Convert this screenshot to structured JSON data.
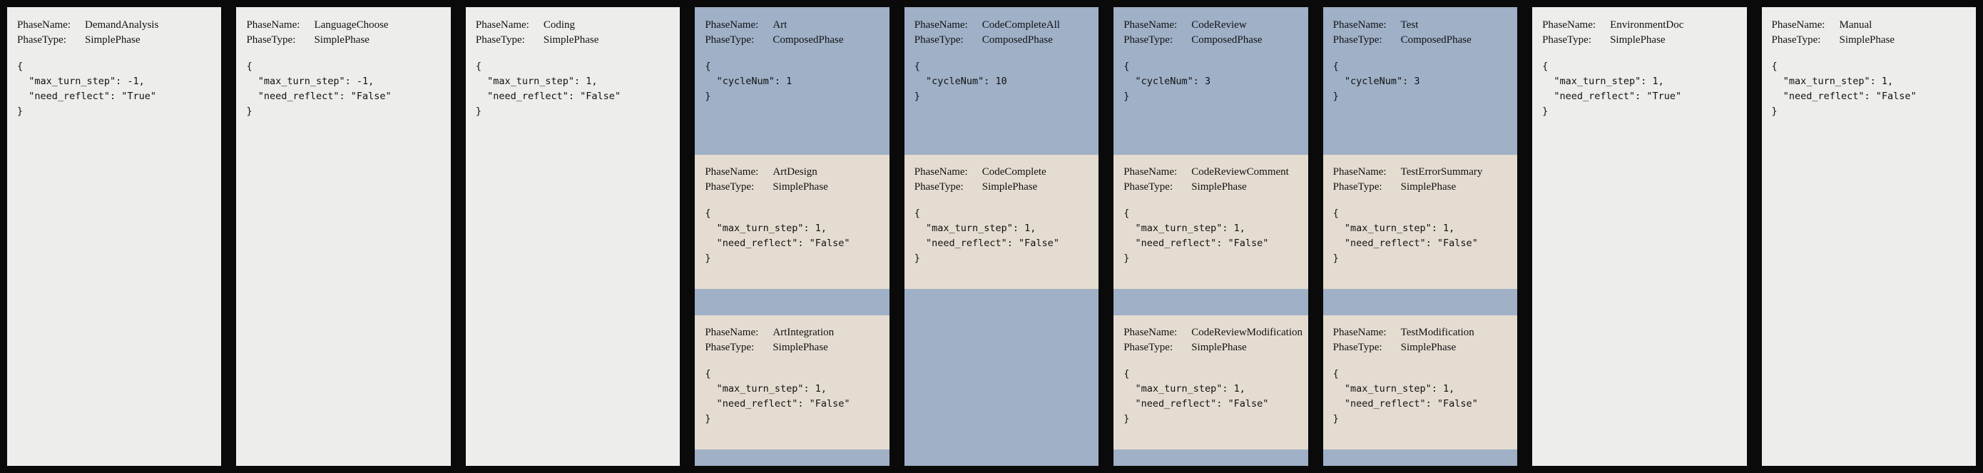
{
  "labels": {
    "phase_name": "PhaseName:",
    "phase_type": "PhaseType:"
  },
  "colors": {
    "page_background": "#0a0a0a",
    "simple_phase_bg": "#edeeec",
    "composed_phase_bg": "#9fb0c7",
    "subphase_bg": "#e4dcd0",
    "text": "#111111"
  },
  "columns": [
    {
      "type": "simple",
      "name": "DemandAnalysis",
      "phase_type": "SimplePhase",
      "json_lines": [
        "{",
        "  \"max_turn_step\": -1,",
        "  \"need_reflect\": \"True\"",
        "}"
      ]
    },
    {
      "type": "simple",
      "name": "LanguageChoose",
      "phase_type": "SimplePhase",
      "json_lines": [
        "{",
        "  \"max_turn_step\": -1,",
        "  \"need_reflect\": \"False\"",
        "}"
      ]
    },
    {
      "type": "simple",
      "name": "Coding",
      "phase_type": "SimplePhase",
      "json_lines": [
        "{",
        "  \"max_turn_step\": 1,",
        "  \"need_reflect\": \"False\"",
        "}"
      ]
    },
    {
      "type": "composed",
      "name": "Art",
      "phase_type": "ComposedPhase",
      "json_lines": [
        "{",
        "  \"cycleNum\": 1",
        "}"
      ],
      "subphases": [
        {
          "name": "ArtDesign",
          "phase_type": "SimplePhase",
          "json_lines": [
            "{",
            "  \"max_turn_step\": 1,",
            "  \"need_reflect\": \"False\"",
            "}"
          ]
        },
        {
          "name": "ArtIntegration",
          "phase_type": "SimplePhase",
          "json_lines": [
            "{",
            "  \"max_turn_step\": 1,",
            "  \"need_reflect\": \"False\"",
            "}"
          ]
        }
      ]
    },
    {
      "type": "composed",
      "name": "CodeCompleteAll",
      "phase_type": "ComposedPhase",
      "json_lines": [
        "{",
        "  \"cycleNum\": 10",
        "}"
      ],
      "subphases": [
        {
          "name": "CodeComplete",
          "phase_type": "SimplePhase",
          "json_lines": [
            "{",
            "  \"max_turn_step\": 1,",
            "  \"need_reflect\": \"False\"",
            "}"
          ]
        }
      ]
    },
    {
      "type": "composed",
      "name": "CodeReview",
      "phase_type": "ComposedPhase",
      "json_lines": [
        "{",
        "  \"cycleNum\": 3",
        "}"
      ],
      "subphases": [
        {
          "name": "CodeReviewComment",
          "phase_type": "SimplePhase",
          "json_lines": [
            "{",
            "  \"max_turn_step\": 1,",
            "  \"need_reflect\": \"False\"",
            "}"
          ]
        },
        {
          "name": "CodeReviewModification",
          "phase_type": "SimplePhase",
          "json_lines": [
            "{",
            "  \"max_turn_step\": 1,",
            "  \"need_reflect\": \"False\"",
            "}"
          ]
        }
      ]
    },
    {
      "type": "composed",
      "name": "Test",
      "phase_type": "ComposedPhase",
      "json_lines": [
        "{",
        "  \"cycleNum\": 3",
        "}"
      ],
      "subphases": [
        {
          "name": "TestErrorSummary",
          "phase_type": "SimplePhase",
          "json_lines": [
            "{",
            "  \"max_turn_step\": 1,",
            "  \"need_reflect\": \"False\"",
            "}"
          ]
        },
        {
          "name": "TestModification",
          "phase_type": "SimplePhase",
          "json_lines": [
            "{",
            "  \"max_turn_step\": 1,",
            "  \"need_reflect\": \"False\"",
            "}"
          ]
        }
      ]
    },
    {
      "type": "simple",
      "name": "EnvironmentDoc",
      "phase_type": "SimplePhase",
      "json_lines": [
        "{",
        "  \"max_turn_step\": 1,",
        "  \"need_reflect\": \"True\"",
        "}"
      ]
    },
    {
      "type": "simple",
      "name": "Manual",
      "phase_type": "SimplePhase",
      "json_lines": [
        "{",
        "  \"max_turn_step\": 1,",
        "  \"need_reflect\": \"False\"",
        "}"
      ]
    }
  ]
}
